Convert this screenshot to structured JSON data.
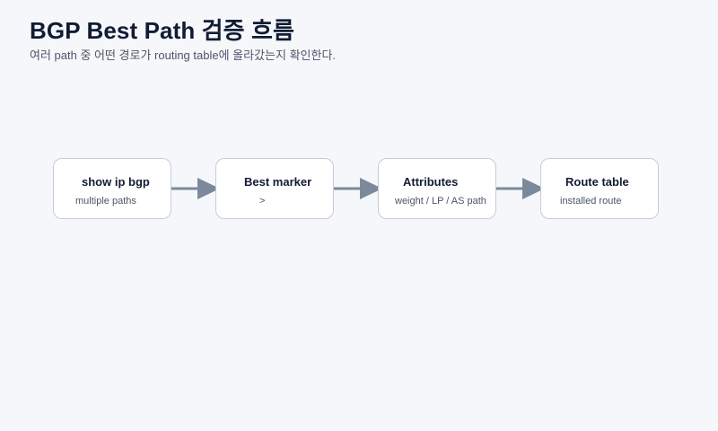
{
  "header": {
    "title": "BGP Best Path 검증 흐름",
    "subtitle": "여러 path 중 어떤 경로가 routing table에 올라갔는지 확인한다."
  },
  "flow": {
    "steps": [
      {
        "title": "show ip bgp",
        "detail": "multiple paths"
      },
      {
        "title": "Best marker",
        "detail": ">"
      },
      {
        "title": "Attributes",
        "detail": "weight / LP / AS path"
      },
      {
        "title": "Route table",
        "detail": "installed route"
      }
    ],
    "arrow_color": "#7b8a9b"
  }
}
